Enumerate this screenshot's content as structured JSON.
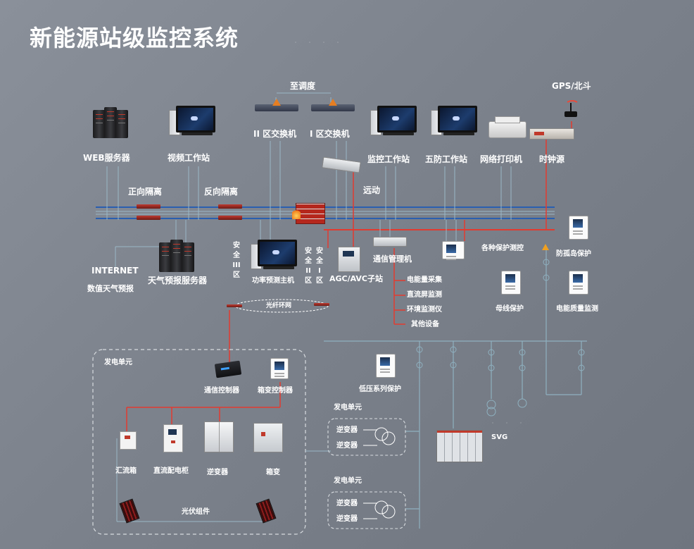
{
  "title": "新能源站级监控系统",
  "colors": {
    "network_blue": "#2a5fb0",
    "control_red": "#e23b30",
    "line_grey": "#9ab7c6"
  },
  "labels": {
    "dispatch": "至调度",
    "gps": "GPS/北斗",
    "switch2": "II 区交换机",
    "switch1": "I 区交换机",
    "web_server": "WEB服务器",
    "video_ws": "视频工作站",
    "monitor_ws": "监控工作站",
    "wufang_ws": "五防工作站",
    "printer": "网络打印机",
    "clock": "时钟源",
    "forward_iso": "正向隔离",
    "reverse_iso": "反向隔离",
    "telecontrol": "远动",
    "internet": "INTERNET",
    "nwp": "数值天气预报",
    "weather_server": "天气预报服务器",
    "safety3": "安全III区",
    "power_forecast": "功率预测主机",
    "safety2": "安全II区",
    "safety1": "安全I区",
    "agc": "AGC/AVC子站",
    "comm_manager": "通信管理机",
    "protections": "各种保护测控",
    "anti_island": "防孤岛保护",
    "energy_collect": "电能量采集",
    "dc_screen": "直流屏监测",
    "env_monitor": "环境监测仪",
    "other_dev": "其他设备",
    "busbar": "母线保护",
    "power_quality": "电能质量监测",
    "fiber_ring": "光纤环网",
    "gen_unit": "发电单元",
    "comm_ctrl": "通信控制器",
    "box_ctrl": "箱变控制器",
    "combiner": "汇流箱",
    "dc_cabinet": "直流配电柜",
    "inverter": "逆变器",
    "box_transformer": "箱变",
    "pv_module": "光伏组件",
    "lv_protection": "低压系列保护",
    "gen_unit2": "发电单元",
    "inv_a1": "逆变器",
    "inv_a2": "逆变器",
    "gen_unit3": "发电单元",
    "inv_b1": "逆变器",
    "inv_b2": "逆变器",
    "svg": "SVG"
  }
}
